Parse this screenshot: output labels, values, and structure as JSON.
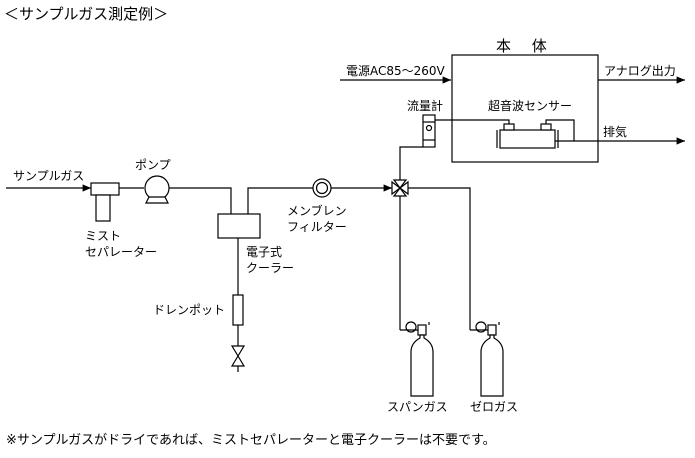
{
  "title": "＜サンプルガス測定例＞",
  "main_unit": "本 体",
  "labels": {
    "power": "電源AC85～260V",
    "analog_out": "アナログ出力",
    "flowmeter": "流量計",
    "ultrasonic_sensor": "超音波センサー",
    "exhaust": "排気",
    "sample_gas": "サンプルガス",
    "pump": "ポンプ",
    "mist_sep_1": "ミスト",
    "mist_sep_2": "セパレーター",
    "e_cooler_1": "電子式",
    "e_cooler_2": "クーラー",
    "membrane_1": "メンブレン",
    "membrane_2": "フィルター",
    "drain_pot": "ドレンポット",
    "span_gas": "スパンガス",
    "zero_gas": "ゼロガス"
  },
  "footnote": "※サンプルガスがドライであれば、ミストセパレーターと電子クーラーは不要です。"
}
